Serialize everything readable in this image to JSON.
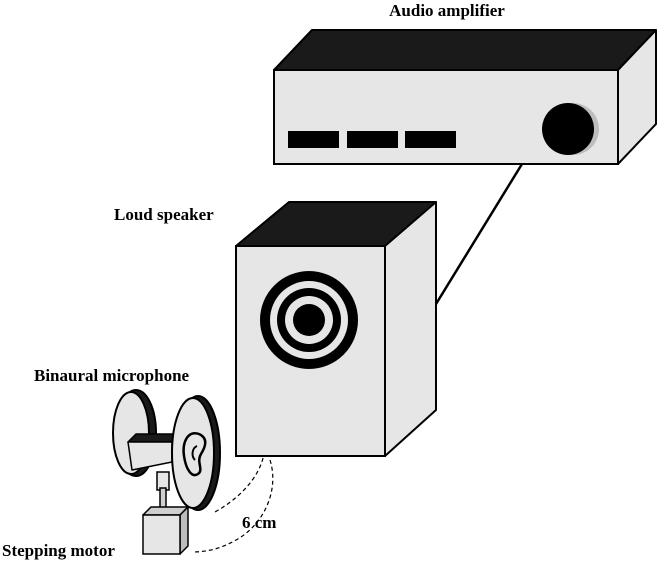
{
  "labels": {
    "amplifier": "Audio amplifier",
    "speaker": "Loud speaker",
    "microphone": "Binaural microphone",
    "motor": "Stepping motor",
    "distance": "6 cm"
  },
  "colors": {
    "panel": "#e6e6e6",
    "top": "#1a1a1a",
    "outline": "#000000",
    "knob_highlight": "#bdbdbd"
  }
}
